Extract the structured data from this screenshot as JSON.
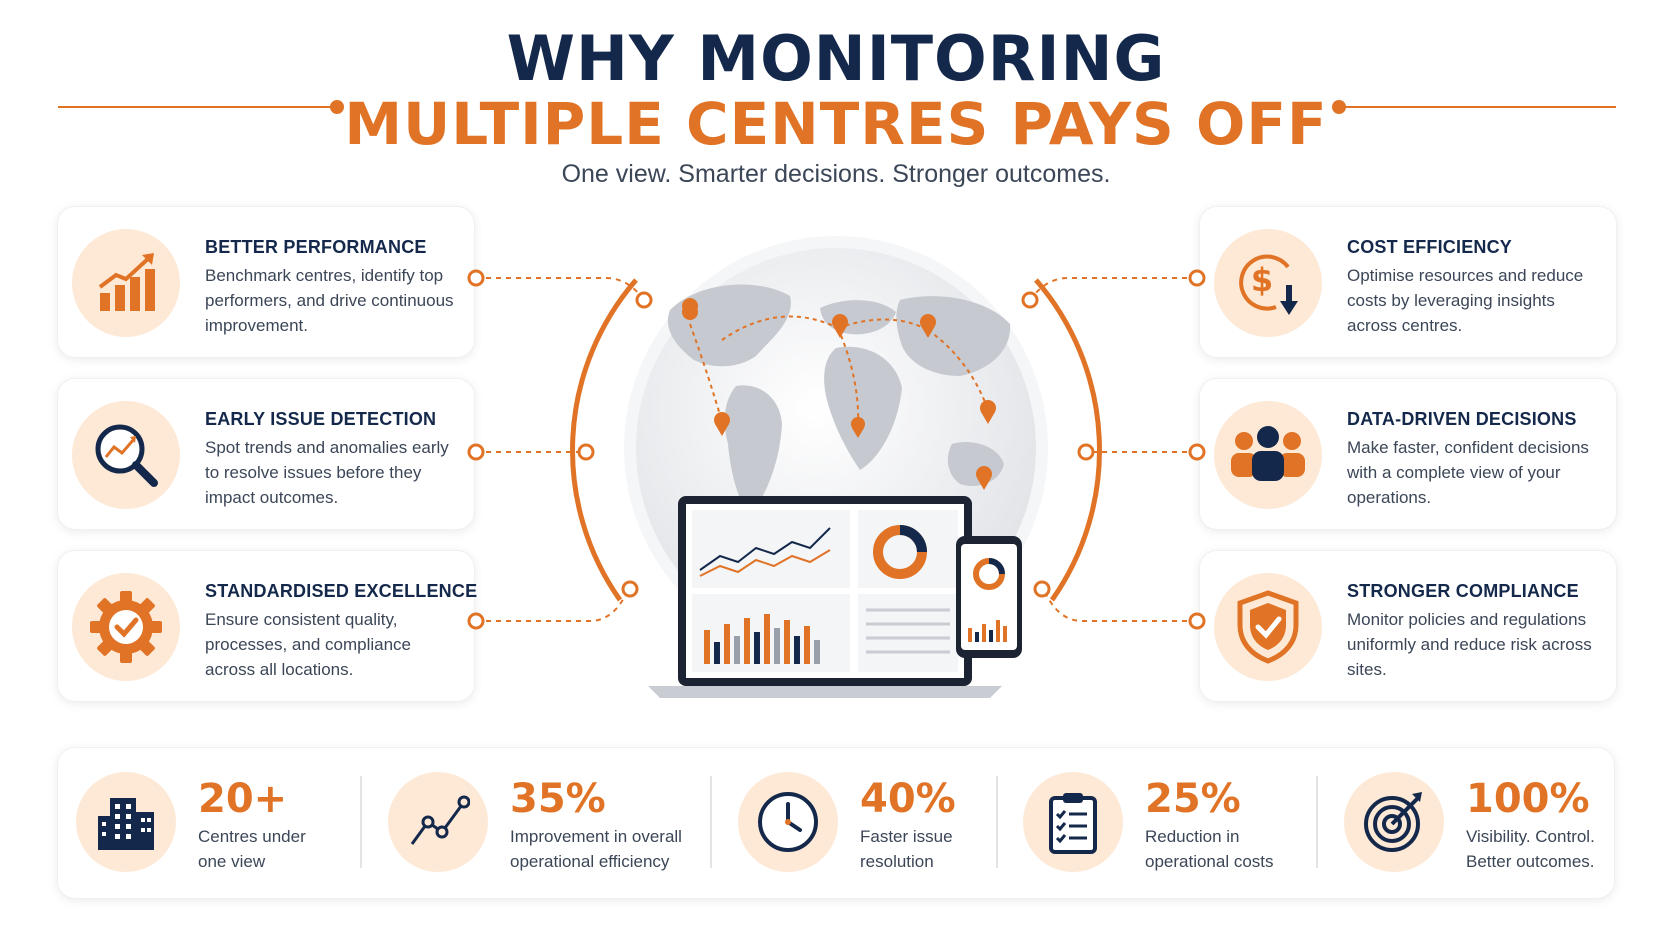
{
  "header": {
    "title_line1": "WHY MONITORING",
    "title_line2": "MULTIPLE CENTRES PAYS OFF",
    "subtitle": "One view. Smarter decisions. Stronger outcomes."
  },
  "colors": {
    "navy": "#14284b",
    "orange": "#e07325",
    "peach": "#fde9d6",
    "text": "#3b4657"
  },
  "left_cards": [
    {
      "title": "BETTER PERFORMANCE",
      "desc": "Benchmark centres, identify top performers, and drive continuous improvement.",
      "icon": "bar-chart-growth-icon"
    },
    {
      "title": "EARLY ISSUE DETECTION",
      "desc": "Spot trends and anomalies early to resolve issues before they impact outcomes.",
      "icon": "magnifier-trend-icon"
    },
    {
      "title": "STANDARDISED EXCELLENCE",
      "desc": "Ensure consistent quality, processes, and compliance across all locations.",
      "icon": "gear-check-icon"
    }
  ],
  "right_cards": [
    {
      "title": "COST EFFICIENCY",
      "desc": "Optimise resources and reduce costs by leveraging insights across centres.",
      "icon": "dollar-down-icon"
    },
    {
      "title": "DATA-DRIVEN DECISIONS",
      "desc": "Make faster, confident decisions with a complete view of your operations.",
      "icon": "team-icon"
    },
    {
      "title": "STRONGER COMPLIANCE",
      "desc": "Monitor policies and regulations uniformly and reduce risk across sites.",
      "icon": "shield-check-icon"
    }
  ],
  "stats": [
    {
      "value": "20+",
      "label_line1": "Centres under",
      "label_line2": "one view",
      "icon": "buildings-icon"
    },
    {
      "value": "35%",
      "label_line1": "Improvement in overall",
      "label_line2": "operational efficiency",
      "icon": "trend-line-icon"
    },
    {
      "value": "40%",
      "label_line1": "Faster issue",
      "label_line2": "resolution",
      "icon": "clock-icon"
    },
    {
      "value": "25%",
      "label_line1": "Reduction in",
      "label_line2": "operational costs",
      "icon": "clipboard-checklist-icon"
    },
    {
      "value": "100%",
      "label_line1": "Visibility. Control.",
      "label_line2": "Better outcomes.",
      "icon": "target-icon"
    }
  ]
}
